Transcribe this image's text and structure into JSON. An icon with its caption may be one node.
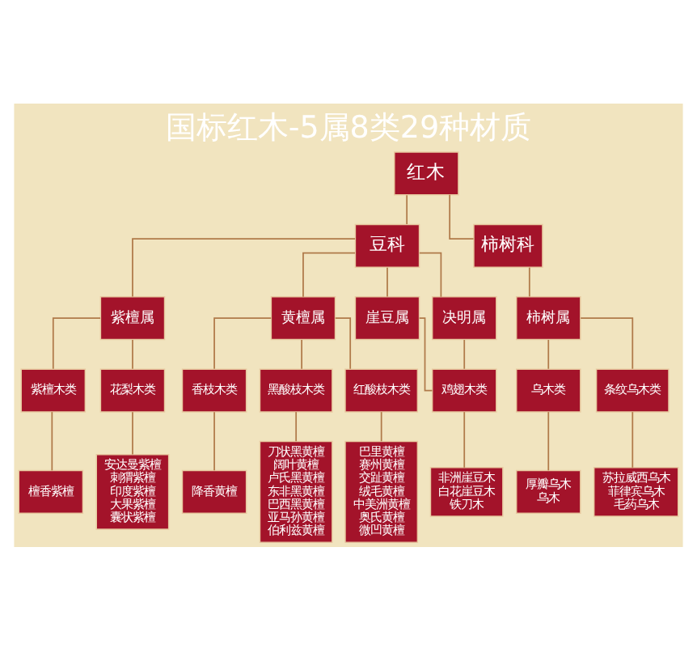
{
  "diagram": {
    "title": "国标红木-5属8类29种材质",
    "nodes": [
      {
        "text": [
          "红木"
        ]
      },
      {
        "text": [
          "豆科"
        ]
      },
      {
        "text": [
          "柿树科"
        ]
      },
      {
        "text": [
          "紫檀属"
        ]
      },
      {
        "text": [
          "黄檀属"
        ]
      },
      {
        "text": [
          "崖豆属"
        ]
      },
      {
        "text": [
          "决明属"
        ]
      },
      {
        "text": [
          "柿树属"
        ]
      },
      {
        "text": [
          "紫檀木类"
        ]
      },
      {
        "text": [
          "花梨木类"
        ]
      },
      {
        "text": [
          "香枝木类"
        ]
      },
      {
        "text": [
          "黑酸枝木类"
        ]
      },
      {
        "text": [
          "红酸枝木类"
        ]
      },
      {
        "text": [
          "鸡翅木类"
        ]
      },
      {
        "text": [
          "乌木类"
        ]
      },
      {
        "text": [
          "条纹乌木类"
        ]
      },
      {
        "text": [
          "檀香紫檀"
        ]
      },
      {
        "text": [
          "安达曼紫檀",
          "刺猬紫檀",
          "印度紫檀",
          "大果紫檀",
          "囊状紫檀"
        ]
      },
      {
        "text": [
          "降香黄檀"
        ]
      },
      {
        "text": [
          "刀状黑黄檀",
          "阔叶黄檀",
          "卢氏黑黄檀",
          "东非黑黄檀",
          "巴西黑黄檀",
          "亚马孙黄檀",
          "伯利兹黄檀"
        ]
      },
      {
        "text": [
          "巴里黄檀",
          "赛州黄檀",
          "交趾黄檀",
          "绒毛黄檀",
          "中美洲黄檀",
          "奥氏黄檀",
          "微凹黄檀"
        ]
      },
      {
        "text": [
          "非洲崖豆木",
          "白花崖豆木",
          "铁刀木"
        ]
      },
      {
        "text": [
          "厚瓣乌木",
          "乌木"
        ]
      },
      {
        "text": [
          "苏拉威西乌木",
          "菲律宾乌木",
          "毛药乌木"
        ]
      }
    ],
    "edges": [
      {
        "from": 0,
        "to": 1,
        "arrow": "none"
      },
      {
        "from": 0,
        "to": 2,
        "arrow": "none"
      },
      {
        "from": 1,
        "to": 3,
        "arrow": "none"
      },
      {
        "from": 1,
        "to": 4,
        "arrow": "none"
      },
      {
        "from": 1,
        "to": 5,
        "arrow": "none"
      },
      {
        "from": 1,
        "to": 6,
        "arrow": "none"
      },
      {
        "from": 2,
        "to": 7,
        "arrow": "none"
      },
      {
        "from": 3,
        "to": 8,
        "arrow": "none"
      },
      {
        "from": 3,
        "to": 9,
        "arrow": "none"
      },
      {
        "from": 4,
        "to": 10,
        "arrow": "none"
      },
      {
        "from": 4,
        "to": 11,
        "arrow": "none"
      },
      {
        "from": 4,
        "to": 12,
        "arrow": "none"
      },
      {
        "from": 5,
        "to": 13,
        "arrow": "none"
      },
      {
        "from": 6,
        "to": 13,
        "arrow": "none"
      },
      {
        "from": 7,
        "to": 14,
        "arrow": "none"
      },
      {
        "from": 7,
        "to": 15,
        "arrow": "none"
      },
      {
        "from": 8,
        "to": 16,
        "arrow": "none"
      },
      {
        "from": 9,
        "to": 17,
        "arrow": "none"
      },
      {
        "from": 10,
        "to": 18,
        "arrow": "none"
      },
      {
        "from": 11,
        "to": 19,
        "arrow": "none"
      },
      {
        "from": 12,
        "to": 20,
        "arrow": "none"
      },
      {
        "from": 13,
        "to": 21,
        "arrow": "none"
      },
      {
        "from": 14,
        "to": 22,
        "arrow": "none"
      },
      {
        "from": 15,
        "to": 23,
        "arrow": "none"
      }
    ]
  }
}
